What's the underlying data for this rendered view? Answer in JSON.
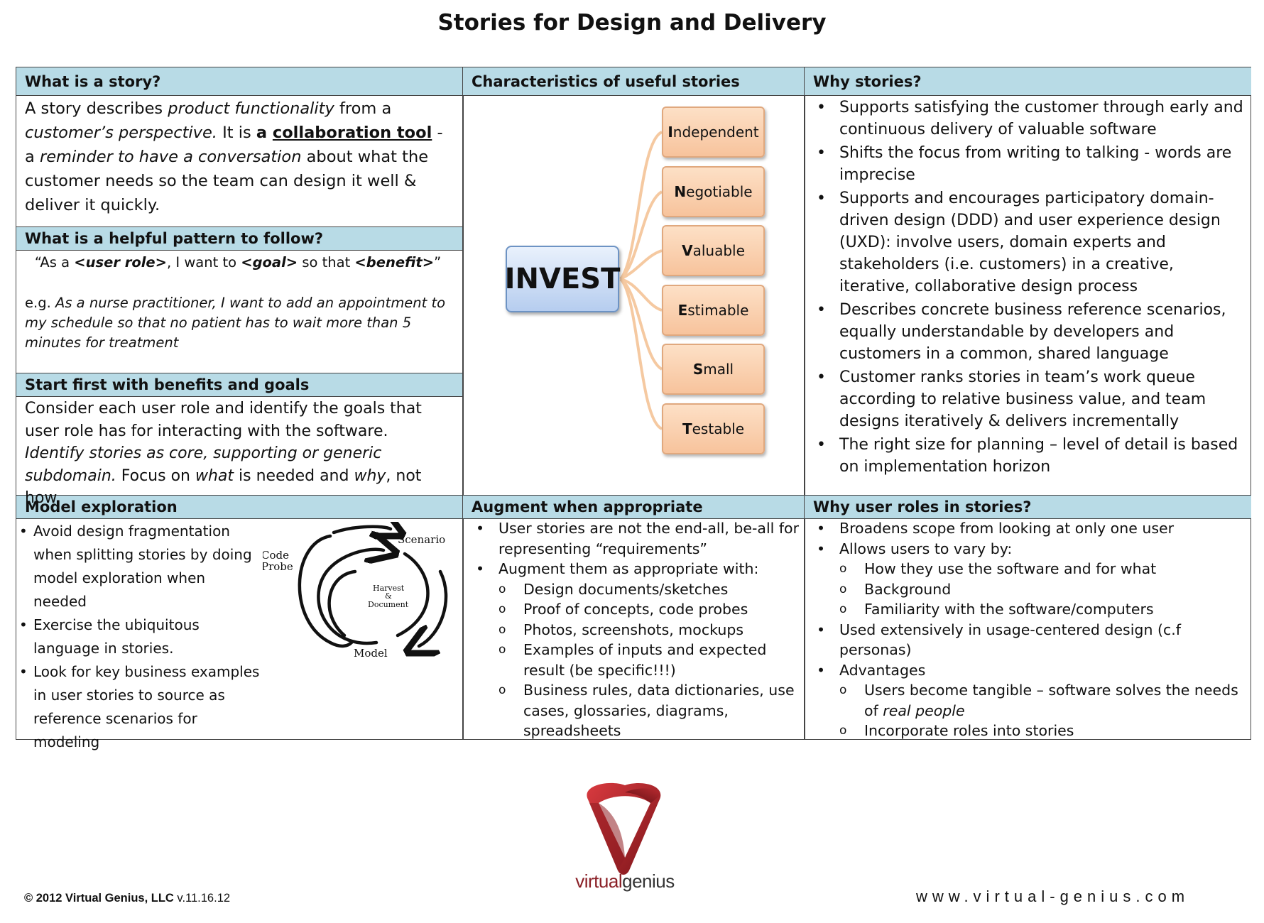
{
  "title": "Stories for Design and Delivery",
  "what_is_story": {
    "header": "What is a story?",
    "t1": "A story describes ",
    "t2": "product functionality",
    "t3": " from a ",
    "t4": "customer’s perspective.",
    "t5": " It is ",
    "t6": "a ",
    "t7": "collaboration tool",
    "t8": " - a ",
    "t9": "reminder to have a conversation",
    "t10": " about what the customer needs so the team can design it well & deliver it quickly."
  },
  "pattern": {
    "header": "What is a helpful pattern to follow?",
    "p1": "“As a ",
    "p2": "<user role>",
    "p3": ", I want to ",
    "p4": "<goal>",
    "p5": " so that ",
    "p6": "<benefit>",
    "p7": "”",
    "ex_prefix": "e.g. ",
    "example": "As a nurse practitioner, I want to add an appointment to my schedule so that no patient has to wait more than 5 minutes for treatment"
  },
  "benefits": {
    "header": "Start first with benefits and goals",
    "b1": "Consider each user role and identify the goals that user role has for interacting with the software. ",
    "b2": "Identify stories as core, supporting or generic subdomain.",
    "b3": " Focus on ",
    "b4": "what",
    "b5": " is needed and ",
    "b6": "why",
    "b7": ", not how."
  },
  "characteristics": {
    "header": "Characteristics of useful stories",
    "center": "INVEST",
    "items": [
      {
        "first": "I",
        "rest": "ndependent"
      },
      {
        "first": "N",
        "rest": "egotiable"
      },
      {
        "first": "V",
        "rest": "aluable"
      },
      {
        "first": "E",
        "rest": "stimable"
      },
      {
        "first": "S",
        "rest": "mall"
      },
      {
        "first": "T",
        "rest": "estable"
      }
    ]
  },
  "why_stories": {
    "header": "Why stories?",
    "items": [
      "Supports satisfying the customer through early and continuous delivery of valuable software",
      "Shifts the focus from writing to talking - words are imprecise",
      "Supports and encourages participatory domain-driven design (DDD) and user experience design (UXD): involve users, domain experts and stakeholders (i.e. customers) in a creative, iterative, collaborative design process",
      "Describes concrete business reference scenarios, equally understandable by developers and customers in a common, shared language",
      "Customer ranks stories in team’s work queue according to relative business value, and team designs iteratively & delivers incrementally",
      "The right size for planning – level of detail is based on implementation horizon"
    ]
  },
  "model": {
    "header": "Model exploration",
    "items": [
      "Avoid design fragmentation when splitting stories by doing model exploration when needed",
      "Exercise the ubiquitous language in stories.",
      "Look for key business examples in user stories to source as reference scenarios for modeling"
    ],
    "diagram": {
      "scenario": "Scenario",
      "code": "Code",
      "probe": "Probe",
      "harvest": "Harvest",
      "amp": "&",
      "document": "Document",
      "model": "Model"
    }
  },
  "augment": {
    "header": "Augment when appropriate",
    "b1": "User stories are not the end-all, be-all for representing “requirements”",
    "b2": "Augment them as appropriate with:",
    "sub": [
      "Design documents/sketches",
      "Proof of concepts, code probes",
      "Photos, screenshots, mockups",
      "Examples of inputs and expected result (be specific!!!)",
      "Business rules, data dictionaries, use cases, glossaries, diagrams, spreadsheets"
    ]
  },
  "roles": {
    "header": "Why user roles in stories?",
    "b1": "Broadens scope from looking at only one user",
    "b2": "Allows users to vary by:",
    "sub1": [
      "How they use the software and for what",
      "Background",
      "Familiarity with the software/computers"
    ],
    "b3": "Used extensively in usage-centered design (c.f personas)",
    "b4": "Advantages",
    "adv1a": "Users become tangible – software solves the needs of ",
    "adv1b": "real people",
    "adv2": "Incorporate roles into stories"
  },
  "footer": {
    "copyright": "©  2012 Virtual Genius, LLC",
    "version": " v.11.16.12",
    "website": "www.virtual-genius.com",
    "logo_virtual": "virtual",
    "logo_genius": "genius"
  },
  "colors": {
    "header_bg": "#b8dbe6",
    "invest_blue": "#b6cdef",
    "invest_orange": "#f7c39c",
    "logo_red": "#8a1f26"
  }
}
